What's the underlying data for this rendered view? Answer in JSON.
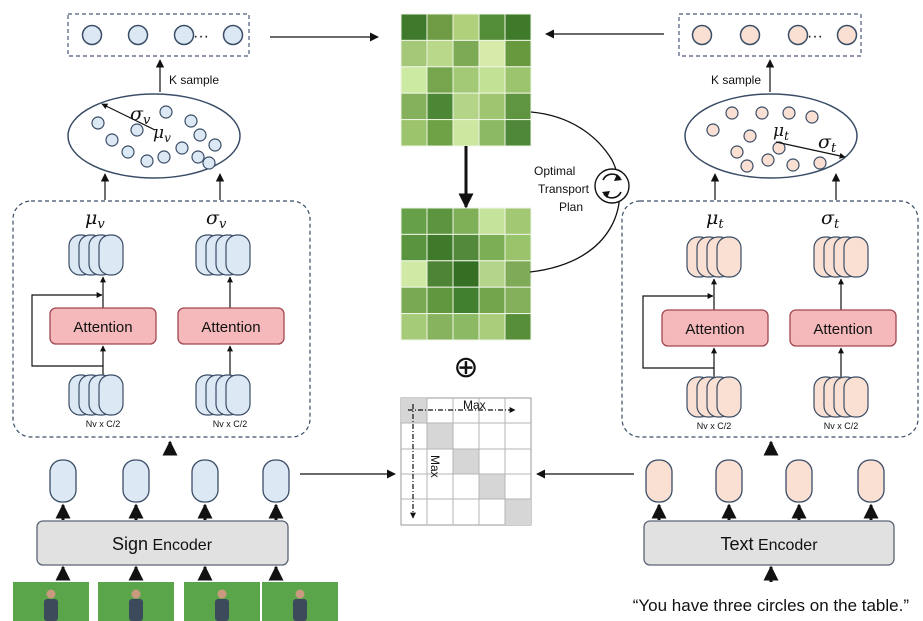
{
  "sign_branch": {
    "k_sample": "K sample",
    "mu": "μ",
    "mu_sub": "v",
    "sigma": "σ",
    "sigma_sub": "v",
    "attention_left": "Attention",
    "attention_right": "Attention",
    "dim_left": "Nv x C/2",
    "dim_right": "Nv x C/2",
    "encoder_word1": "Sign",
    "encoder_word2": "Encoder",
    "ellipsis": "···"
  },
  "text_branch": {
    "k_sample": "K sample",
    "mu": "μ",
    "mu_sub": "t",
    "sigma": "σ",
    "sigma_sub": "t",
    "attention_left": "Attention",
    "attention_right": "Attention",
    "dim_left": "Nv x C/2",
    "dim_right": "Nv x C/2",
    "encoder_word1": "Text",
    "encoder_word2": "Encoder",
    "ellipsis": "···",
    "sentence": "“You have three circles on the table.”"
  },
  "center": {
    "ot_line1": "Optimal",
    "ot_line2": "Transport",
    "ot_line3": "Plan",
    "oplus": "⊕",
    "max_h": "Max",
    "max_v": "Max",
    "cycle_icon": "refresh-cycle-icon"
  },
  "colors": {
    "sign_fill": "#dde8f5",
    "text_fill": "#f9e0d2",
    "attention_fill": "#f5b9bc",
    "encoder_fill": "#e1e1e1",
    "matrix_top": [
      "#3f7a2c",
      "#6e9b44",
      "#b0d07c",
      "#548d37",
      "#3e7a2a",
      "#a4c877",
      "#b9d88a",
      "#7daa54",
      "#d6eba9",
      "#68993e",
      "#cdeaa2",
      "#76a54d",
      "#a3c977",
      "#c3e195",
      "#9cc46e",
      "#86b15c",
      "#4c8736",
      "#b4d488",
      "#a0c570",
      "#5f9540",
      "#9bc46c",
      "#6fa146",
      "#cde7a1",
      "#8cb963",
      "#4f8838"
    ],
    "matrix_bottom": [
      "#66a049",
      "#5d9440",
      "#7faf57",
      "#c6e39b",
      "#a2c874",
      "#5b943f",
      "#3f7a2b",
      "#52893a",
      "#7cae56",
      "#9ac46b",
      "#d0eaa5",
      "#4d8435",
      "#346f24",
      "#b4d489",
      "#7fab59",
      "#79a953",
      "#60973f",
      "#41802f",
      "#73a64c",
      "#84b05c",
      "#a6cb78",
      "#87b35e",
      "#8cb964",
      "#a9cd7b",
      "#568e3a"
    ]
  }
}
